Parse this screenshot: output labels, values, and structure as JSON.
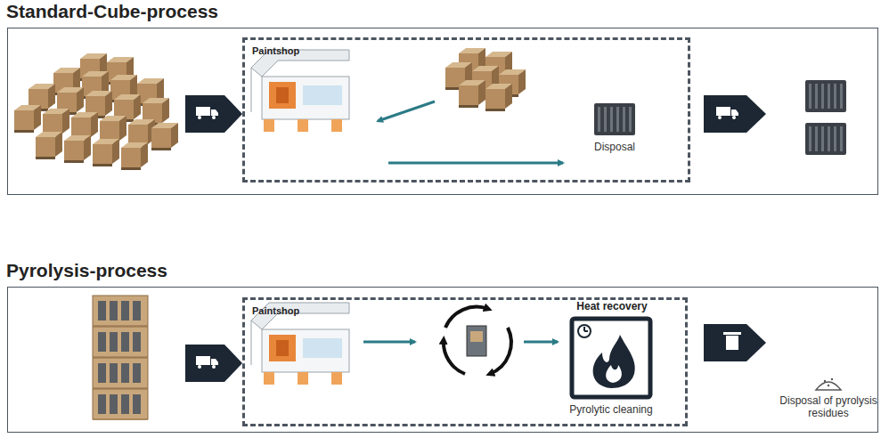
{
  "diagram": {
    "nodes": [
      {
        "text": [
          "Standard-Cube-process"
        ]
      },
      {
        "text": [
          "Paintshop"
        ],
        "in": 0
      },
      {
        "text": [
          "Pyrolysis-process"
        ]
      },
      {
        "text": [
          "Paintshop"
        ],
        "in": 2
      }
    ],
    "labels": [
      "Disposal",
      "Heat recovery",
      "Pyrolytic cleaning",
      "Disposal of pyrolysis residues"
    ]
  }
}
